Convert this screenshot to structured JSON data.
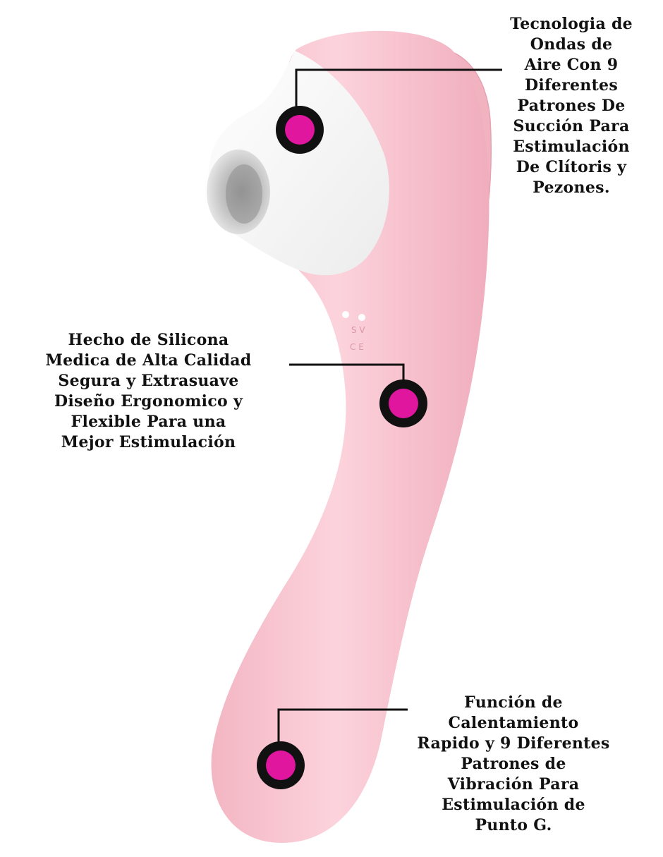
{
  "image": {
    "subject": "product-photo",
    "colors": {
      "body_pink": "#f5bcc8",
      "body_pink_light": "#fcd3dc",
      "body_pink_shadow": "#e7a3b3",
      "head_white": "#ffffff",
      "mouth_gray": "#c9c9c9",
      "marker_ring": "#111111",
      "marker_fill": "#e0169f",
      "text": "#111111",
      "background": "#ffffff"
    }
  },
  "callouts": [
    {
      "id": "air-wave-tech",
      "lines": [
        "Tecnologia de",
        "Ondas de",
        "Aire Con 9",
        "Diferentes",
        "Patrones De",
        "Succión Para",
        "Estimulación",
        "De Clítoris y",
        "Pezones."
      ]
    },
    {
      "id": "medical-silicone",
      "lines": [
        "Hecho de Silicona",
        "Medica de Alta Calidad",
        "Segura y Extrasuave",
        "Diseño Ergonomico y",
        "Flexible Para una",
        "Mejor Estimulación"
      ]
    },
    {
      "id": "heating-function",
      "lines": [
        "Función de",
        "Calentamiento",
        "Rapido y 9 Diferentes",
        "Patrones de",
        "Vibración Para",
        "Estimulación de",
        "Punto G."
      ]
    }
  ]
}
